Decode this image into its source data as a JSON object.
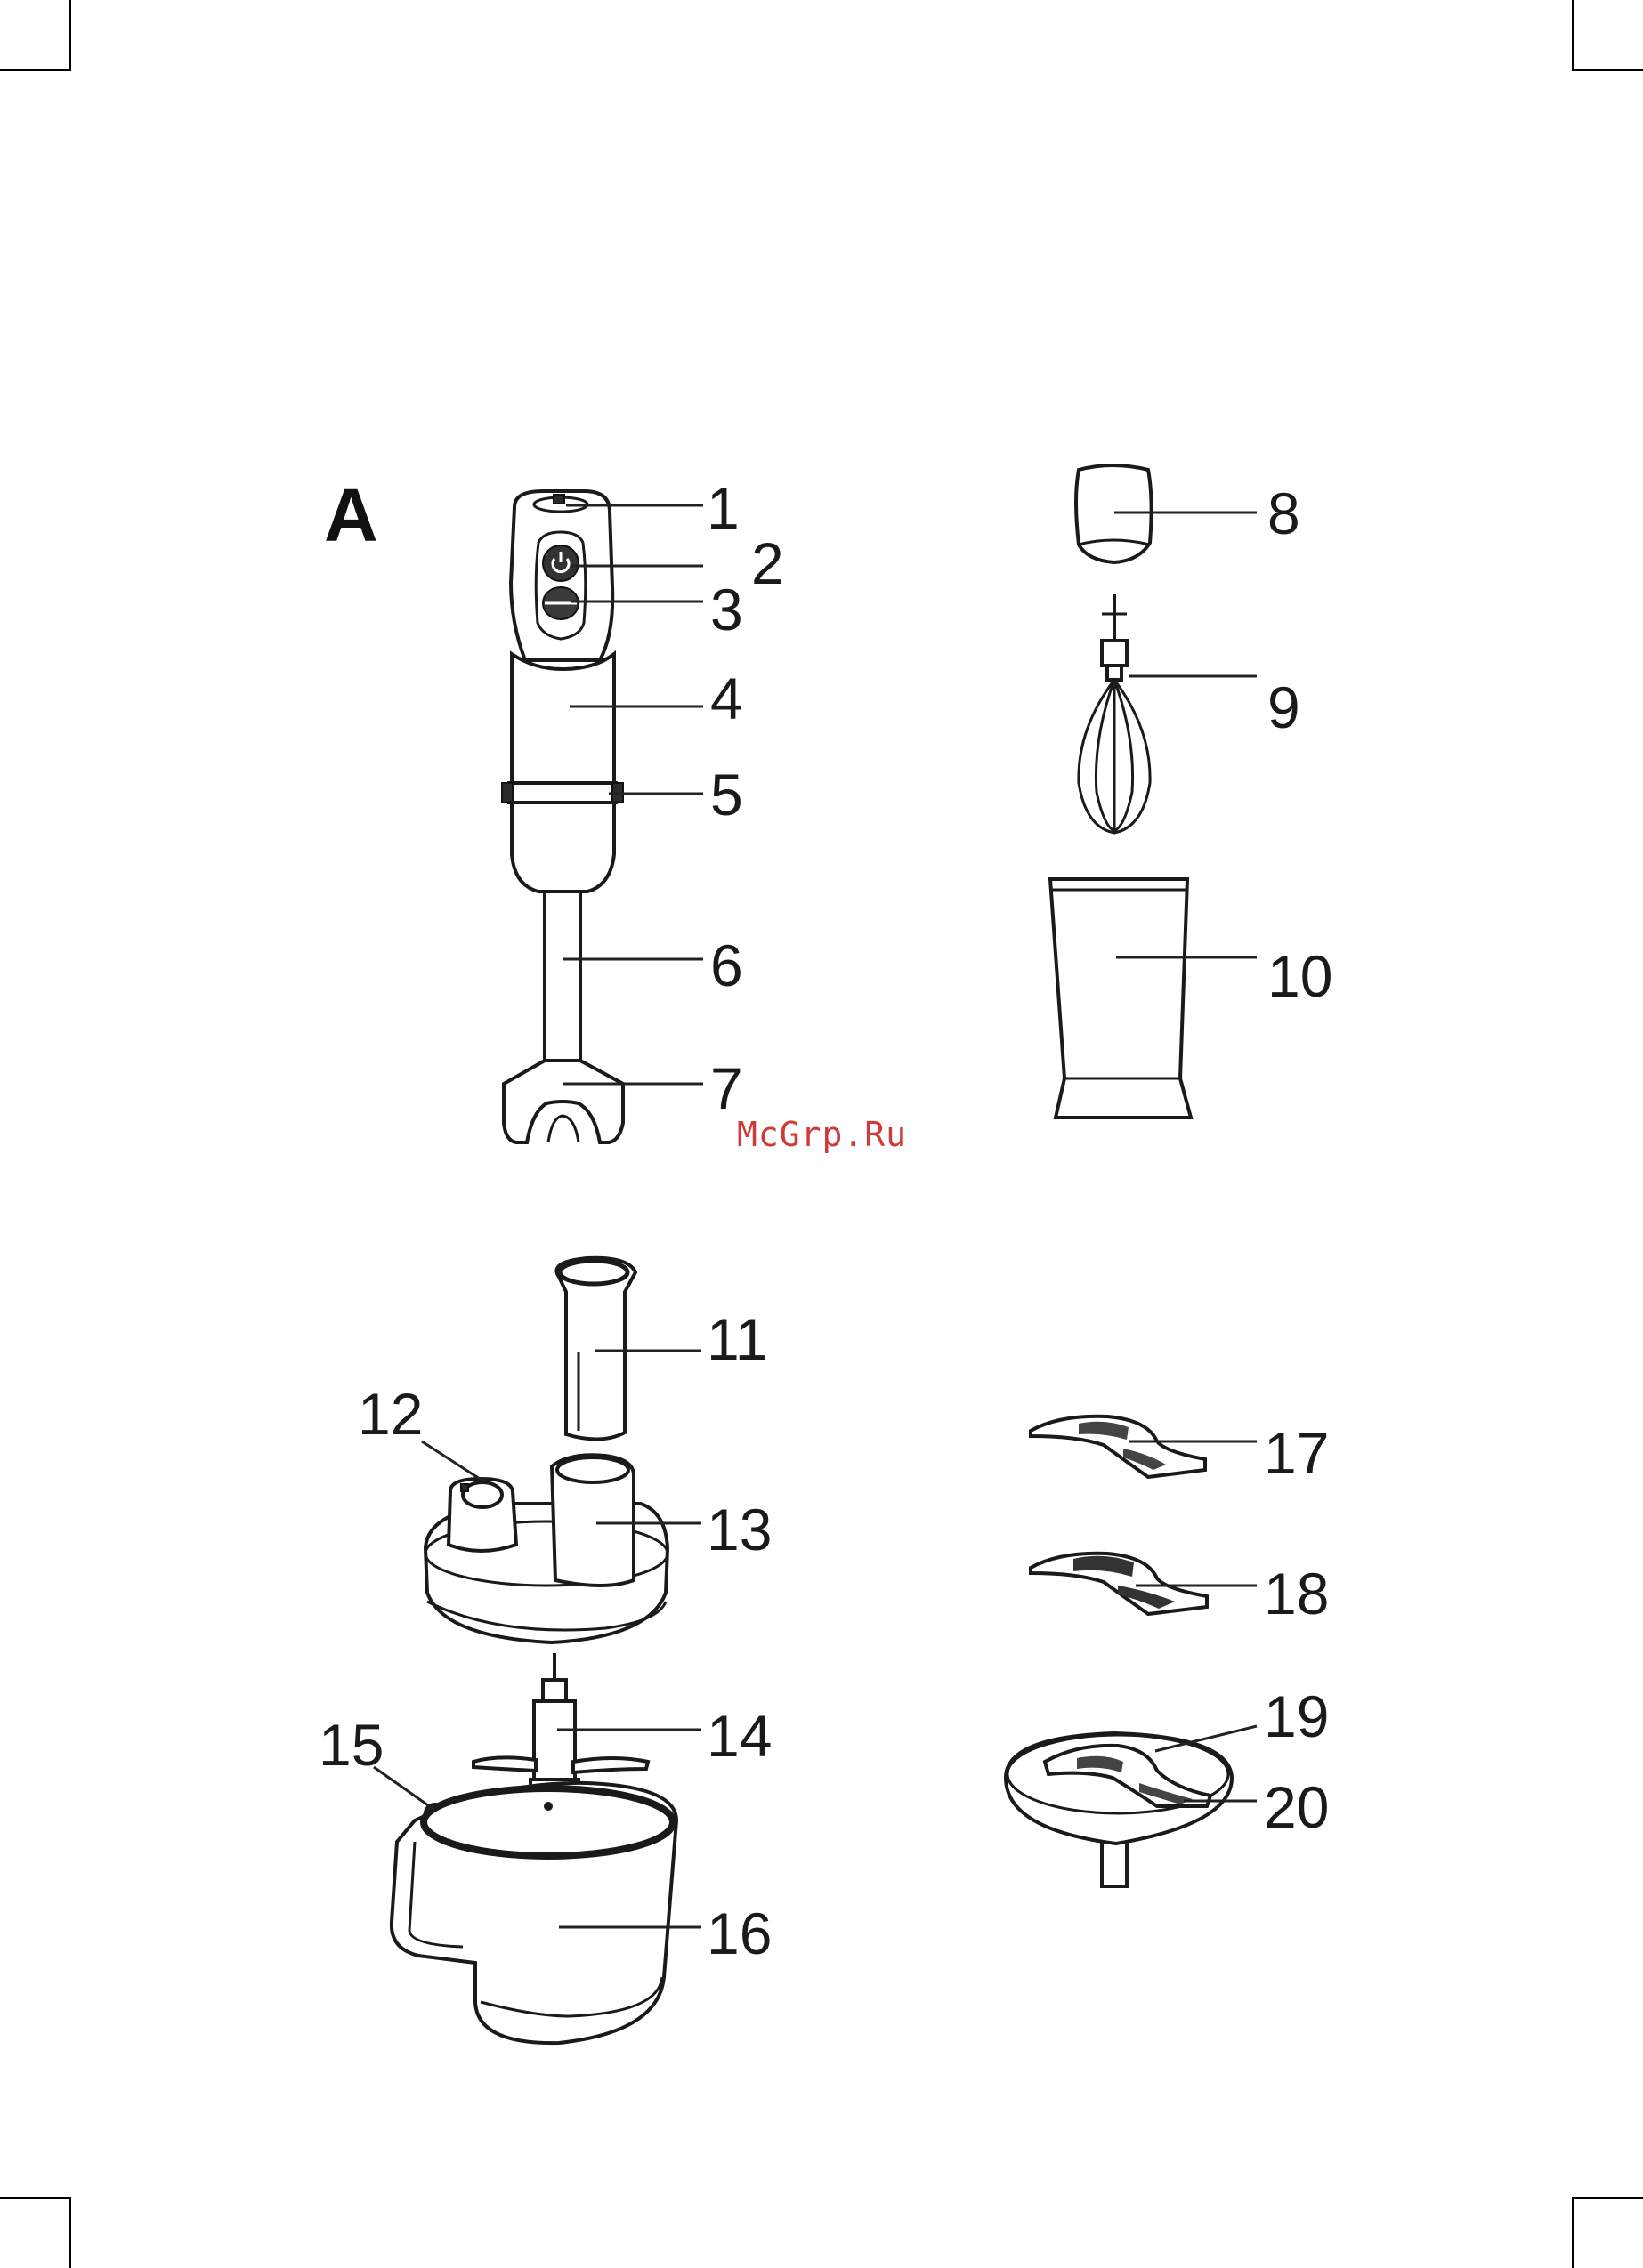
{
  "section_label": "A",
  "watermark": "McGrp.Ru",
  "callouts": [
    "1",
    "2",
    "3",
    "4",
    "5",
    "6",
    "7",
    "8",
    "9",
    "10",
    "11",
    "12",
    "13",
    "14",
    "15",
    "16",
    "17",
    "18",
    "19",
    "20"
  ],
  "parts": [
    "blender-top",
    "power-button",
    "turbo-button",
    "motor-housing",
    "release-buttons",
    "blending-shaft",
    "blade-guard",
    "whisk-adapter",
    "whisk",
    "measuring-beaker",
    "food-pusher",
    "chopper-coupling",
    "feed-tube",
    "chopper-blade",
    "bowl-release",
    "chopper-bowl",
    "slicing-disc-fine",
    "slicing-disc-coarse",
    "disc-holder",
    "disc-insert"
  ]
}
